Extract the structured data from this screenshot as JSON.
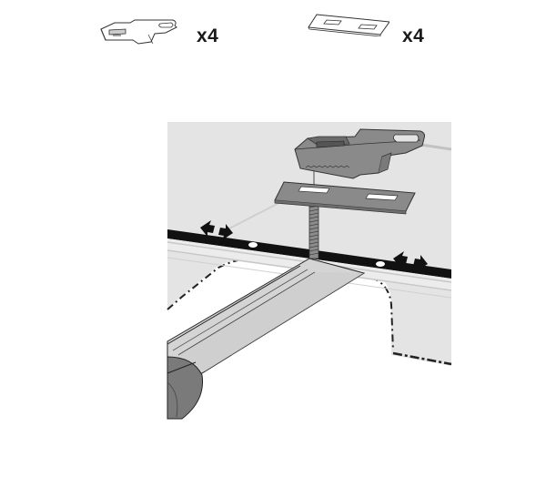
{
  "parts_list": [
    {
      "name": "clamp-bracket",
      "quantity_label": "x4"
    },
    {
      "name": "spacer-plate",
      "quantity_label": "x4"
    }
  ],
  "scene": {
    "description": "Assembly step: clamp bracket and spacer plate mounted onto threaded bolt in the roof rail channel",
    "arrows": [
      "slide-left-right",
      "slide-left-right"
    ],
    "colors": {
      "panel": "#e4e4e4",
      "part_fill": "#8a8a8a",
      "part_dark": "#6a6a6a",
      "rail_channel": "#111111",
      "bar_fill": "#d4d4d4",
      "bar_end": "#7a7a7a"
    }
  }
}
